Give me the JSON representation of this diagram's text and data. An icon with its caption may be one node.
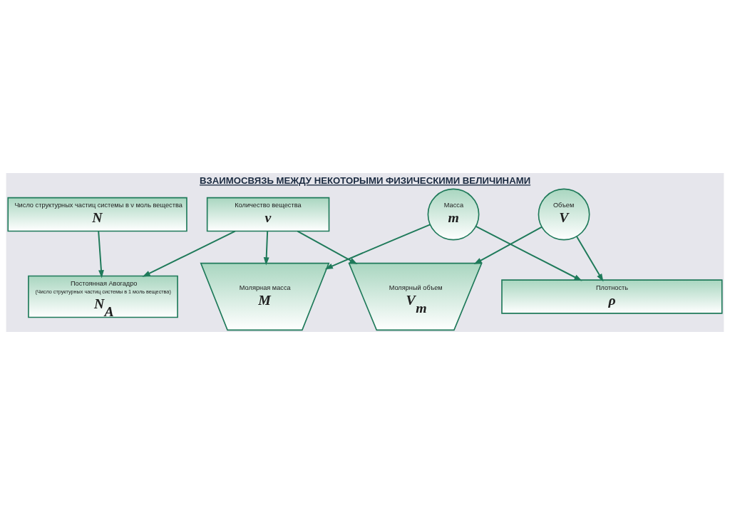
{
  "diagram": {
    "title": "ВЗАИМОСВЯЗЬ МЕЖДУ НЕКОТОРЫМИ ФИЗИЧЕСКИМИ ВЕЛИЧИНАМИ",
    "nodes": [
      {
        "text": [
          "Масса",
          "m"
        ]
      },
      {
        "text": [
          "Число структурных частиц системы в ν моль вещества",
          "N"
        ]
      },
      {
        "text": [
          "Объем",
          "V"
        ]
      },
      {
        "text": [
          "Молярная масса",
          "M"
        ]
      },
      {
        "text": [
          "Постоянная Авогадро",
          "(Число структурных частиц системы в 1 моль вещества)",
          "N$_{A}$"
        ]
      },
      {
        "text": [
          "Молярный объем",
          "V$_{m}$"
        ]
      },
      {
        "text": [
          "Количество вещества",
          "ν"
        ]
      },
      {
        "text": [
          "Плотность",
          "ρ"
        ]
      }
    ],
    "edges": [
      {
        "from": 0,
        "to": 3,
        "arrow": "to"
      },
      {
        "from": 0,
        "to": 7,
        "arrow": "to"
      },
      {
        "from": 1,
        "to": 4,
        "arrow": "to"
      },
      {
        "from": 2,
        "to": 5,
        "arrow": "to"
      },
      {
        "from": 2,
        "to": 7,
        "arrow": "to"
      },
      {
        "from": 6,
        "to": 4,
        "arrow": "to"
      },
      {
        "from": 6,
        "to": 3,
        "arrow": "to"
      },
      {
        "from": 6,
        "to": 5,
        "arrow": "to"
      }
    ]
  }
}
